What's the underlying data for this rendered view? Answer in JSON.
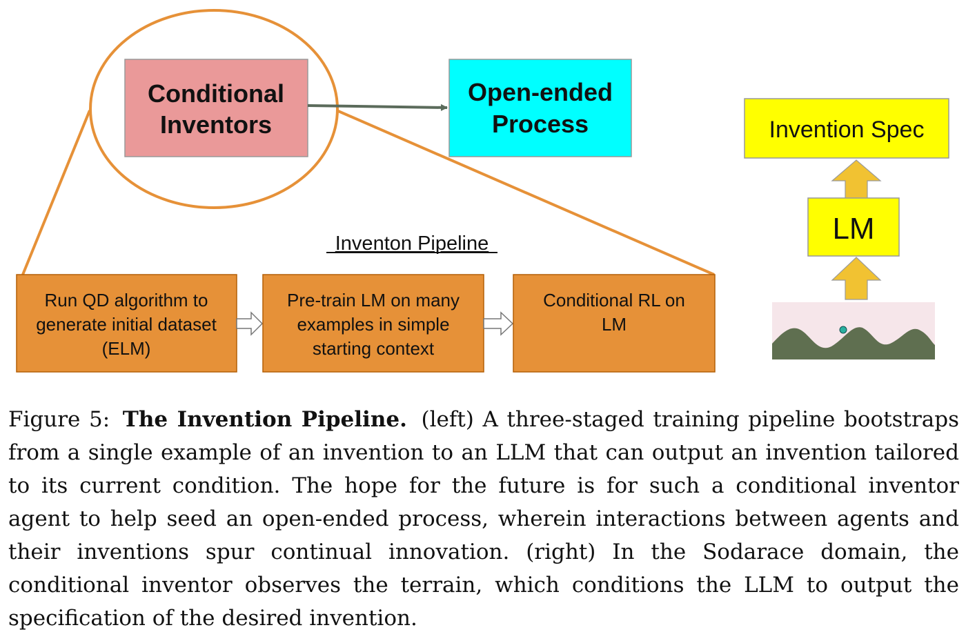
{
  "colors": {
    "orange": "#e69138",
    "orange_border": "#b45f06",
    "pink": "#ea9999",
    "cyan": "#00ffff",
    "yellow": "#ffff00",
    "gold_arrow": "#f1c232",
    "terrain": "#5f6f50",
    "sky": "#f6e6ea",
    "arrow_gray": "#5b6b5b"
  },
  "diagram": {
    "conditional_inventors": [
      "Conditional",
      "Inventors"
    ],
    "open_ended_process": [
      "Open-ended",
      "Process"
    ],
    "pipeline_title": "Inventon Pipeline",
    "stages": [
      [
        "Run QD algorithm to",
        "generate initial dataset",
        "(ELM)"
      ],
      [
        "Pre-train LM on many",
        "examples in simple",
        "starting context"
      ],
      [
        "Conditional RL on",
        "LM"
      ]
    ],
    "invention_spec": "Invention Spec",
    "lm": "LM"
  },
  "caption": {
    "lead": "Figure 5:",
    "title": "The Invention Pipeline.",
    "body": "(left) A three-staged training pipeline bootstraps from a single example of an invention to an LLM that can output an invention tailored to its current condition. The hope for the future is for such a conditional inventor agent to help seed an open-ended process, wherein interactions between agents and their inventions spur continual innovation. (right) In the Sodarace domain, the conditional inventor observes the terrain, which conditions the LLM to output the specification of the desired invention."
  }
}
